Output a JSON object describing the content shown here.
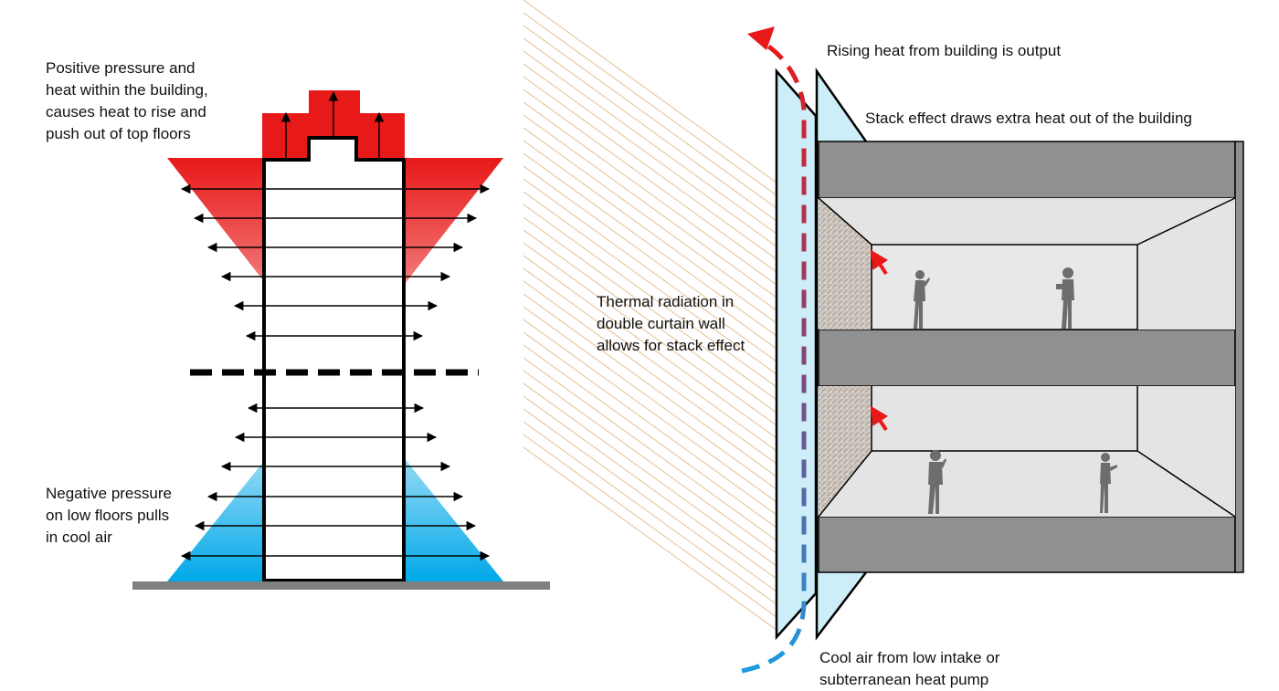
{
  "labels": {
    "positive_pressure": "Positive pressure and\nheat within the building,\ncauses heat to rise and\npush out of top floors",
    "negative_pressure": "Negative pressure\non low floors pulls\nin cool air",
    "thermal_radiation": "Thermal radiation in\ndouble curtain wall\nallows for stack effect",
    "rising_heat": "Rising heat from building is output",
    "stack_effect": "Stack effect draws extra heat out of the building",
    "cool_air": "Cool air from low intake or\nsubterranean heat pump"
  },
  "colors": {
    "heat": "#e81919",
    "cool": "#00a8e8",
    "floor_slab": "#909090",
    "ceiling": "#e4e4e4",
    "glass": "#cdeef8",
    "sun_rays": "#e8c9a4",
    "outline": "#000000"
  },
  "icons": [
    "heat-arrow-icon",
    "person-icon"
  ]
}
